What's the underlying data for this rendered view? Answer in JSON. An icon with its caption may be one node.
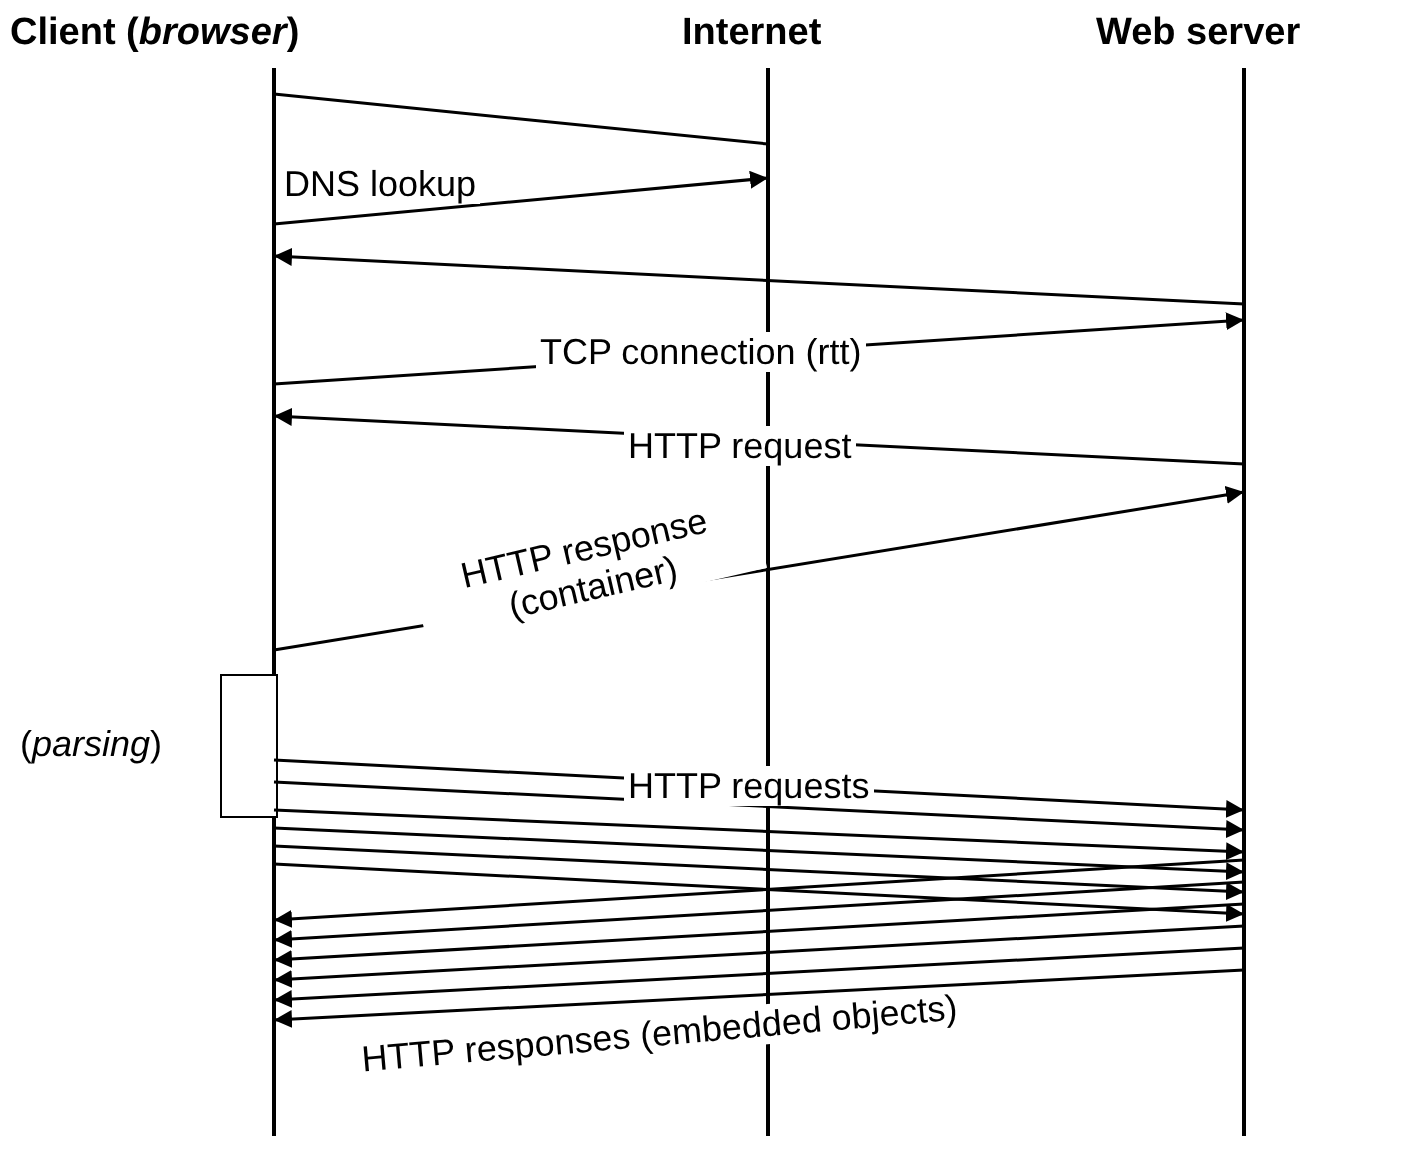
{
  "diagram": {
    "nodes": [
      {
        "text": [
          "Client (*browser*)"
        ]
      },
      {
        "text": [
          "Internet"
        ]
      },
      {
        "text": [
          "Web server"
        ]
      },
      {
        "text": [],
        "shape": "box",
        "beside": [
          "(*parsing*)"
        ]
      }
    ],
    "edges": [
      {
        "from": 0,
        "to": 1,
        "arrow": "none"
      },
      {
        "from": 0,
        "to": 1,
        "arrow": "to",
        "label": "DNS lookup"
      },
      {
        "from": 2,
        "to": 0,
        "arrow": "to"
      },
      {
        "from": 0,
        "to": 2,
        "arrow": "to",
        "label": "TCP connection (rtt)"
      },
      {
        "from": 2,
        "to": 0,
        "arrow": "to",
        "label": "HTTP request"
      },
      {
        "from": 0,
        "to": 2,
        "arrow": "to",
        "label": "HTTP response (container)"
      },
      {
        "from": 0,
        "to": 2,
        "arrow": "to",
        "label": "HTTP requests"
      },
      {
        "from": 0,
        "to": 2,
        "arrow": "to"
      },
      {
        "from": 0,
        "to": 2,
        "arrow": "to"
      },
      {
        "from": 0,
        "to": 2,
        "arrow": "to"
      },
      {
        "from": 0,
        "to": 2,
        "arrow": "to"
      },
      {
        "from": 0,
        "to": 2,
        "arrow": "to"
      },
      {
        "from": 2,
        "to": 0,
        "arrow": "to"
      },
      {
        "from": 2,
        "to": 0,
        "arrow": "to"
      },
      {
        "from": 2,
        "to": 0,
        "arrow": "to"
      },
      {
        "from": 2,
        "to": 0,
        "arrow": "to"
      },
      {
        "from": 2,
        "to": 0,
        "arrow": "to"
      },
      {
        "from": 2,
        "to": 0,
        "arrow": "to",
        "label": "HTTP responses (embedded objects)"
      }
    ]
  }
}
